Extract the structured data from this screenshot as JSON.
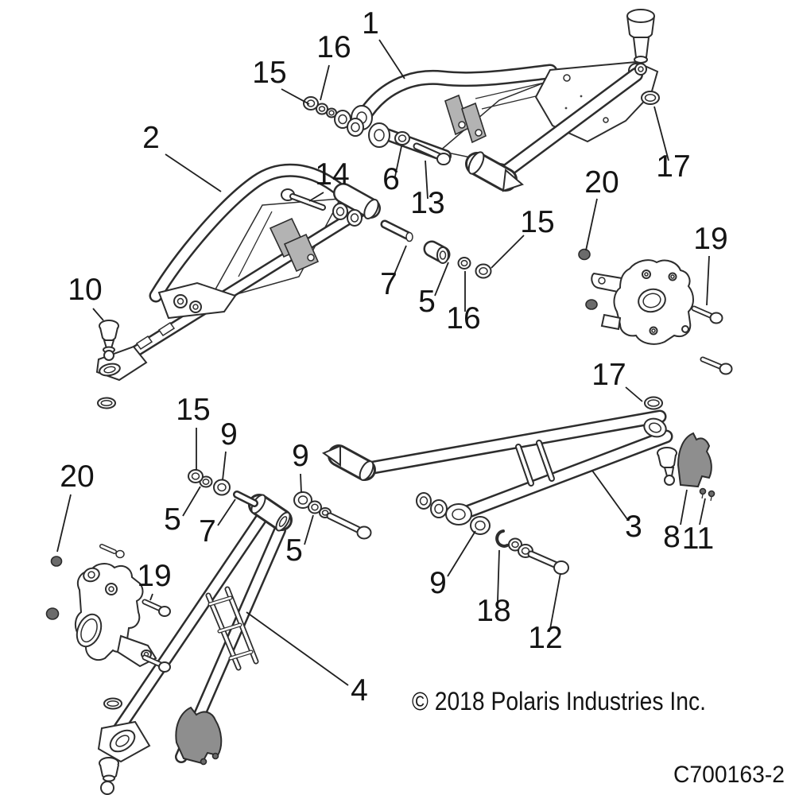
{
  "diagram": {
    "copyright": "© 2018 Polaris Industries Inc.",
    "part_number": "C700163-2",
    "callouts": [
      "1",
      "16",
      "15",
      "2",
      "14",
      "6",
      "13",
      "20",
      "17",
      "19",
      "15",
      "7",
      "5",
      "16",
      "10",
      "17",
      "15",
      "9",
      "5",
      "7",
      "9",
      "5",
      "20",
      "19",
      "4",
      "3",
      "8",
      "11",
      "9",
      "18",
      "12"
    ]
  }
}
